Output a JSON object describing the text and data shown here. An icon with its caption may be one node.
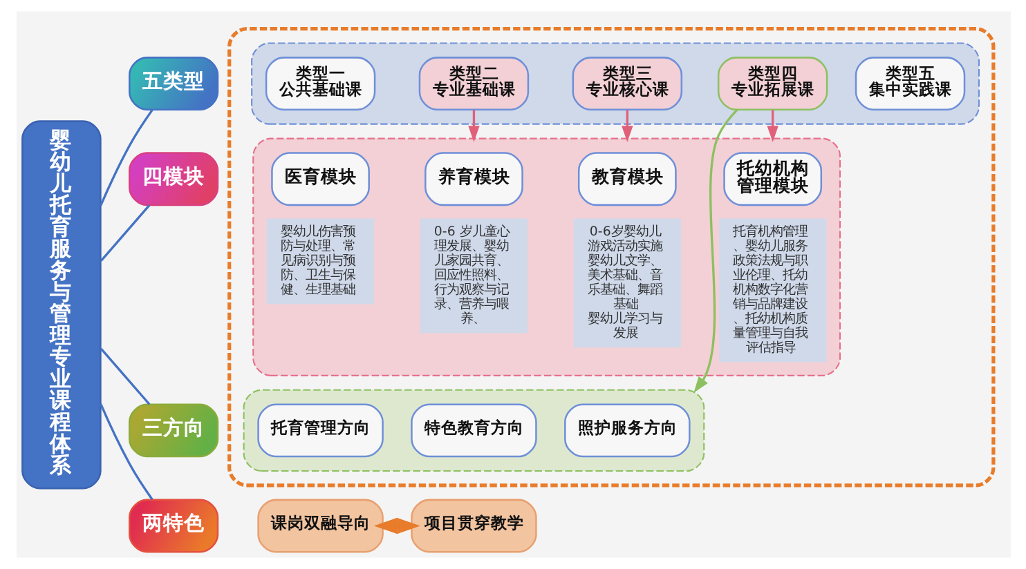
{
  "diagram": {
    "nodes": [
      {
        "text": [
          "婴幼儿托育服务与管理专业课程体系"
        ]
      },
      {
        "text": [
          "五类型"
        ]
      },
      {
        "text": [
          "四模块"
        ]
      },
      {
        "text": [
          "三方向"
        ]
      },
      {
        "text": [
          "两特色"
        ]
      },
      {
        "text": [],
        "shape": "box"
      },
      {
        "text": [],
        "shape": "box",
        "in": 5
      },
      {
        "text": [
          "类型一",
          "公共基础课"
        ],
        "in": 6
      },
      {
        "text": [
          "类型二",
          "专业基础课"
        ],
        "in": 6
      },
      {
        "text": [
          "类型三",
          "专业核心课"
        ],
        "in": 6
      },
      {
        "text": [
          "类型四",
          "专业拓展课"
        ],
        "in": 6
      },
      {
        "text": [
          "类型五",
          "集中实践课"
        ],
        "in": 6
      },
      {
        "text": [],
        "shape": "box",
        "in": 5
      },
      {
        "text": [
          "医育模块"
        ],
        "in": 12
      },
      {
        "text": [
          "婴幼儿伤害预防与处理、常见病识别与预防、卫生与保健、生理基础"
        ],
        "in": 12
      },
      {
        "text": [
          "养育模块"
        ],
        "in": 12
      },
      {
        "text": [
          "0-6 岁儿童心理发展、婴幼儿家园共育、回应性照料、行为观察与记录、营养与喂养、"
        ],
        "in": 12
      },
      {
        "text": [
          "教育模块"
        ],
        "in": 12
      },
      {
        "text": [
          "0-6岁婴幼儿游戏活动实施婴幼儿文学、美术基础、音乐基础、舞蹈基础",
          "婴幼儿学习与发展"
        ],
        "in": 12
      },
      {
        "text": [
          "托幼机构管理模块"
        ],
        "in": 12
      },
      {
        "text": [
          "托育机构管理、婴幼儿服务政策法规与职业伦理、托幼机构数字化营销与品牌建设、托幼机构质量管理与自我评估指导"
        ],
        "in": 12
      },
      {
        "text": [],
        "shape": "box",
        "in": 5
      },
      {
        "text": [
          "托育管理方向"
        ],
        "in": 21
      },
      {
        "text": [
          "特色教育方向"
        ],
        "in": 21
      },
      {
        "text": [
          "照护服务方向"
        ],
        "in": 21
      },
      {
        "text": [
          "课岗双融导向"
        ]
      },
      {
        "text": [
          "项目贯穿教学"
        ]
      }
    ],
    "edges": [
      {
        "from": 0,
        "to": 1,
        "arrow": "none"
      },
      {
        "from": 0,
        "to": 2,
        "arrow": "none"
      },
      {
        "from": 0,
        "to": 3,
        "arrow": "none"
      },
      {
        "from": 0,
        "to": 4,
        "arrow": "none"
      },
      {
        "from": 8,
        "to": 12,
        "arrow": "to",
        "color": "#e0607a"
      },
      {
        "from": 9,
        "to": 12,
        "arrow": "to",
        "color": "#e0607a"
      },
      {
        "from": 10,
        "to": 12,
        "arrow": "to",
        "color": "#e0607a"
      },
      {
        "from": 10,
        "to": 21,
        "arrow": "to",
        "color": "#8dc060"
      },
      {
        "from": 25,
        "to": 26,
        "arrow": "both",
        "style": "thick",
        "color": "#e87c2a"
      }
    ]
  }
}
